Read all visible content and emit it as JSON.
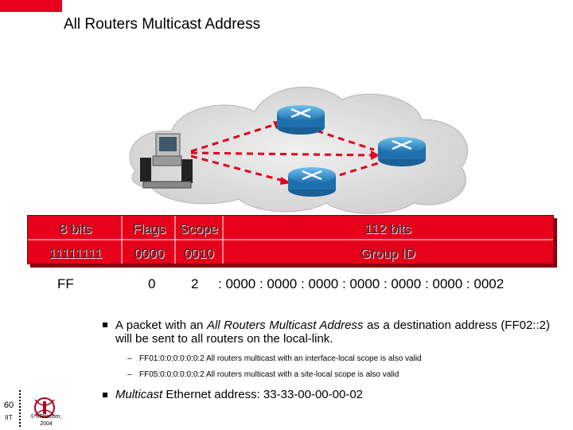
{
  "header": {
    "title": "All Routers Multicast Address"
  },
  "address_fields": {
    "labels": {
      "bits8": "8 bits",
      "flags": "Flags",
      "scope": "Scope",
      "bits112": "112 bits"
    },
    "values": {
      "prefix": "11111111",
      "flags": "0000",
      "scope": "0010",
      "group": "Group ID"
    }
  },
  "hex": {
    "ff": "FF",
    "flag": "0",
    "scope": "2",
    "rest": ": 0000 : 0000 : 0000 : 0000 : 0000 : 0000 : 0002"
  },
  "bullets": {
    "b1_pre": "A packet with an ",
    "b1_em": "All Routers Multicast Address",
    "b1_post": " as a destination address (FF02::2) will be sent to all routers on the local-link.",
    "sub1": "FF01:0:0:0:0:0:0:2 All routers multicast with an interface-local scope is also valid",
    "sub2": "FF05:0:0:0:0:0:0:2 All routers multicast with a site-local scope is also valid",
    "b2_em": "Multicast",
    "b2_post": " Ethernet address: 33-33-00-00-00-02"
  },
  "footer": {
    "page": "60",
    "org": "IIT",
    "copyright": "© IITelecom, 2004"
  },
  "colors": {
    "accent": "#e6001a",
    "router": "#2a8fd0",
    "cloud": "#d0d0d0"
  }
}
